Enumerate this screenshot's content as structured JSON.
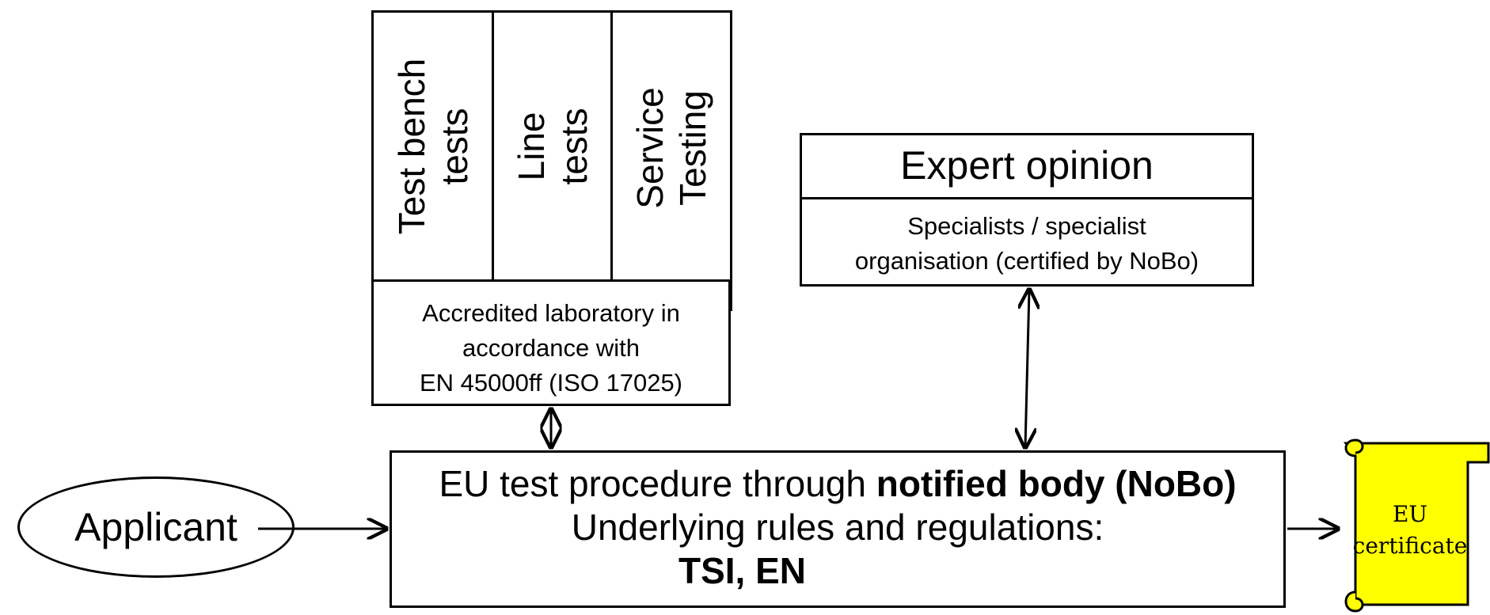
{
  "test_columns": [
    {
      "line1": "Test bench",
      "line2": "tests"
    },
    {
      "line1": "Line",
      "line2": "tests"
    },
    {
      "line1": "Service",
      "line2": "Testing"
    }
  ],
  "laboratory": {
    "line1": "Accredited laboratory in",
    "line2": "accordance with",
    "line3": "EN 45000ff (ISO 17025)"
  },
  "expert": {
    "title": "Expert opinion",
    "line1": "Specialists / specialist",
    "line2": "organisation (certified by NoBo)"
  },
  "applicant": {
    "label": "Applicant"
  },
  "procedure": {
    "line1_prefix": "EU test procedure through ",
    "line1_bold": "notified body (NoBo)",
    "line2": "Underlying rules and regulations:",
    "line3": "TSI, EN"
  },
  "certificate": {
    "line1": "EU",
    "line2": "certificate"
  },
  "colors": {
    "certificate_fill": "#ffff00",
    "line": "#000000"
  }
}
